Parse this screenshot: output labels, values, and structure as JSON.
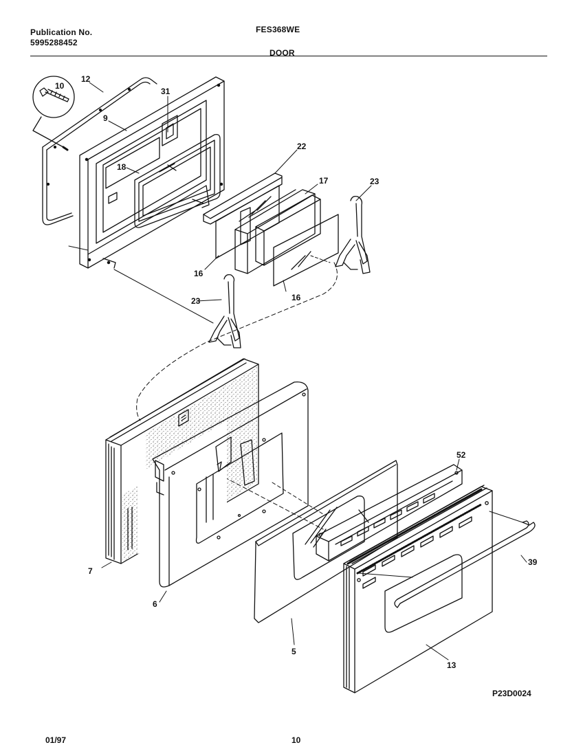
{
  "header": {
    "publication_label": "Publication No.",
    "publication_number": "5995288452",
    "model": "FES368WE",
    "section": "DOOR"
  },
  "callouts": {
    "c10": "10",
    "c12": "12",
    "c31": "31",
    "c9": "9",
    "c18": "18",
    "c22": "22",
    "c17": "17",
    "c23a": "23",
    "c16a": "16",
    "c23b": "23",
    "c16b": "16",
    "c52": "52",
    "c39": "39",
    "c7": "7",
    "c6": "6",
    "c5": "5",
    "c13": "13"
  },
  "diagram_code": "P23D0024",
  "footer": {
    "date": "01/97",
    "page": "10"
  }
}
